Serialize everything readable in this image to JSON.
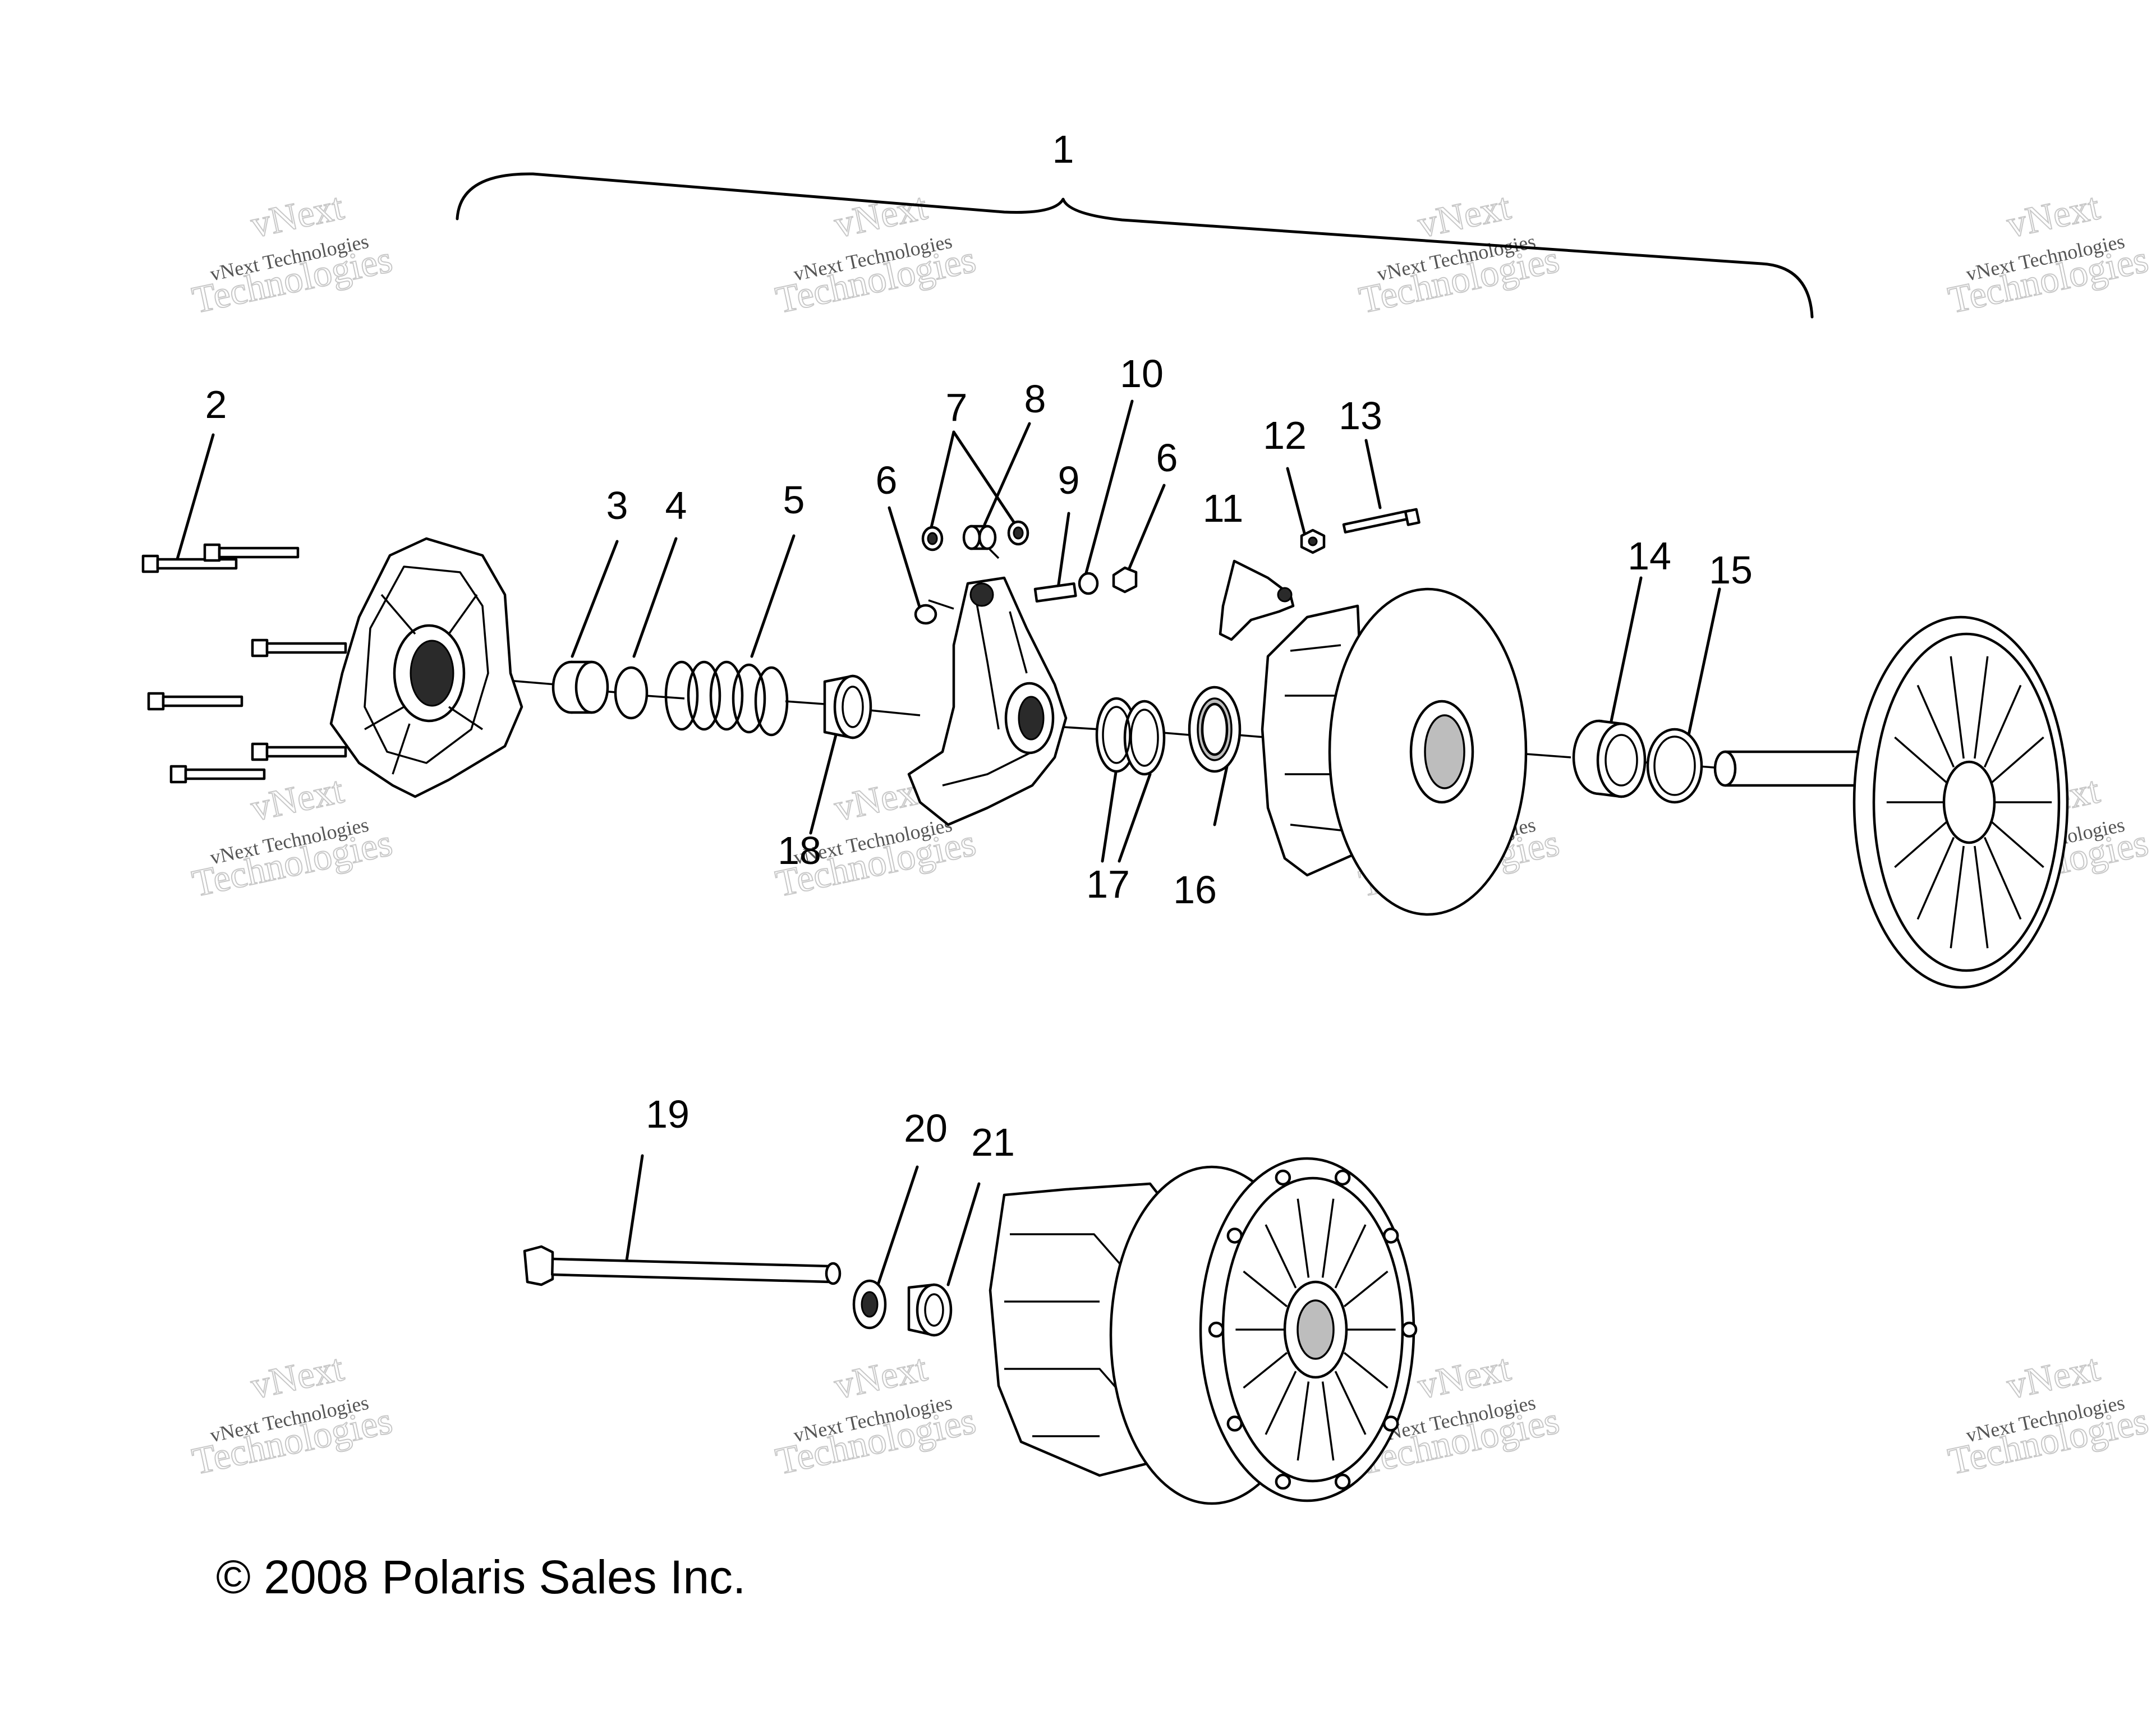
{
  "callouts": [
    {
      "id": "1",
      "label": "1"
    },
    {
      "id": "2",
      "label": "2"
    },
    {
      "id": "3",
      "label": "3"
    },
    {
      "id": "4",
      "label": "4"
    },
    {
      "id": "5",
      "label": "5"
    },
    {
      "id": "6a",
      "label": "6"
    },
    {
      "id": "7",
      "label": "7"
    },
    {
      "id": "8",
      "label": "8"
    },
    {
      "id": "9",
      "label": "9"
    },
    {
      "id": "10",
      "label": "10"
    },
    {
      "id": "6b",
      "label": "6"
    },
    {
      "id": "11",
      "label": "11"
    },
    {
      "id": "12",
      "label": "12"
    },
    {
      "id": "13",
      "label": "13"
    },
    {
      "id": "14",
      "label": "14"
    },
    {
      "id": "15",
      "label": "15"
    },
    {
      "id": "16",
      "label": "16"
    },
    {
      "id": "17",
      "label": "17"
    },
    {
      "id": "18",
      "label": "18"
    },
    {
      "id": "19",
      "label": "19"
    },
    {
      "id": "20",
      "label": "20"
    },
    {
      "id": "21",
      "label": "21"
    }
  ],
  "watermark": {
    "line1": "vNext",
    "line2": "vNext Technologies",
    "line3": "Technologies"
  },
  "copyright": "© 2008 Polaris Sales Inc."
}
